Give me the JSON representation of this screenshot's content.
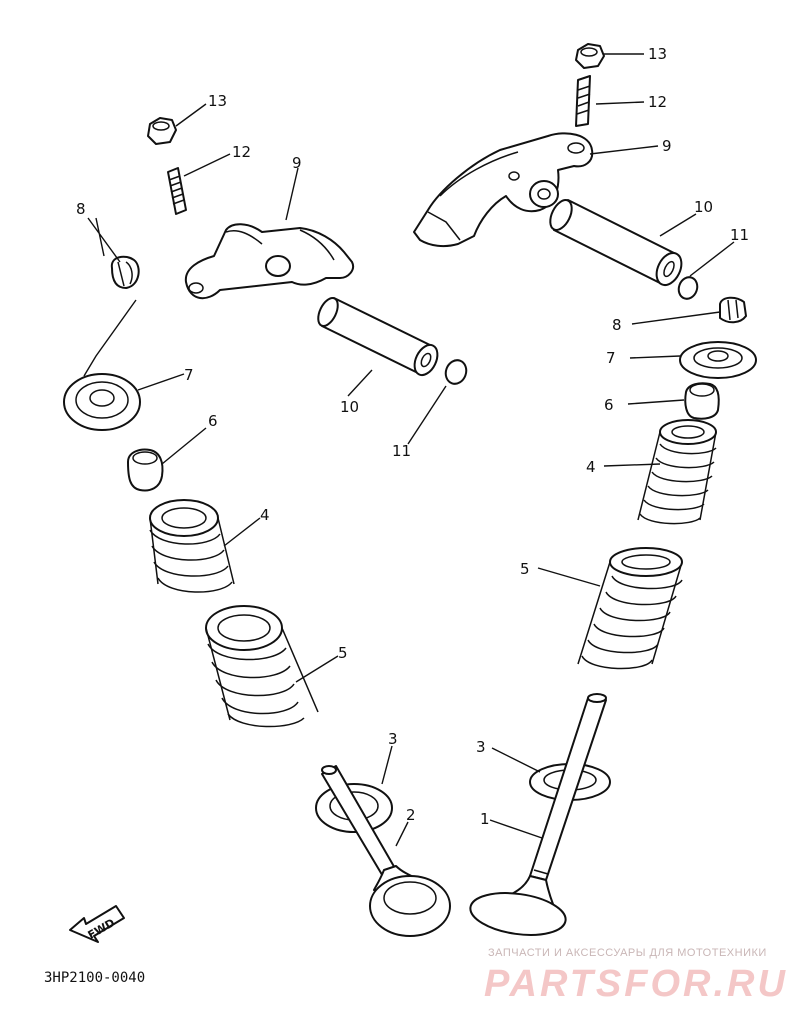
{
  "callouts": {
    "c13_left": "13",
    "c12_left": "12",
    "c9_left": "9",
    "c8_left": "8",
    "c7_left": "7",
    "c10_left": "10",
    "c11_left": "11",
    "c6_left": "6",
    "c4_left": "4",
    "c5_left": "5",
    "c3_left": "3",
    "c2_left": "2",
    "c13_right": "13",
    "c12_right": "12",
    "c9_right": "9",
    "c10_right": "10",
    "c11_right": "11",
    "c8_right": "8",
    "c7_right": "7",
    "c6_right": "6",
    "c4_right": "4",
    "c5_right": "5",
    "c3_right": "3",
    "c1_right": "1"
  },
  "fwd_label": "FWD",
  "reference_code": "3HP2100-0040",
  "watermark": {
    "tagline": "ЗАПЧАСТИ И АКСЕССУАРЫ ДЛЯ МОТОТЕХНИКИ",
    "brand": "PARTSFOR.RU"
  },
  "colors": {
    "line": "#111111",
    "watermark_brand": "#f4c7c7",
    "watermark_tagline": "#c9b6b6"
  }
}
